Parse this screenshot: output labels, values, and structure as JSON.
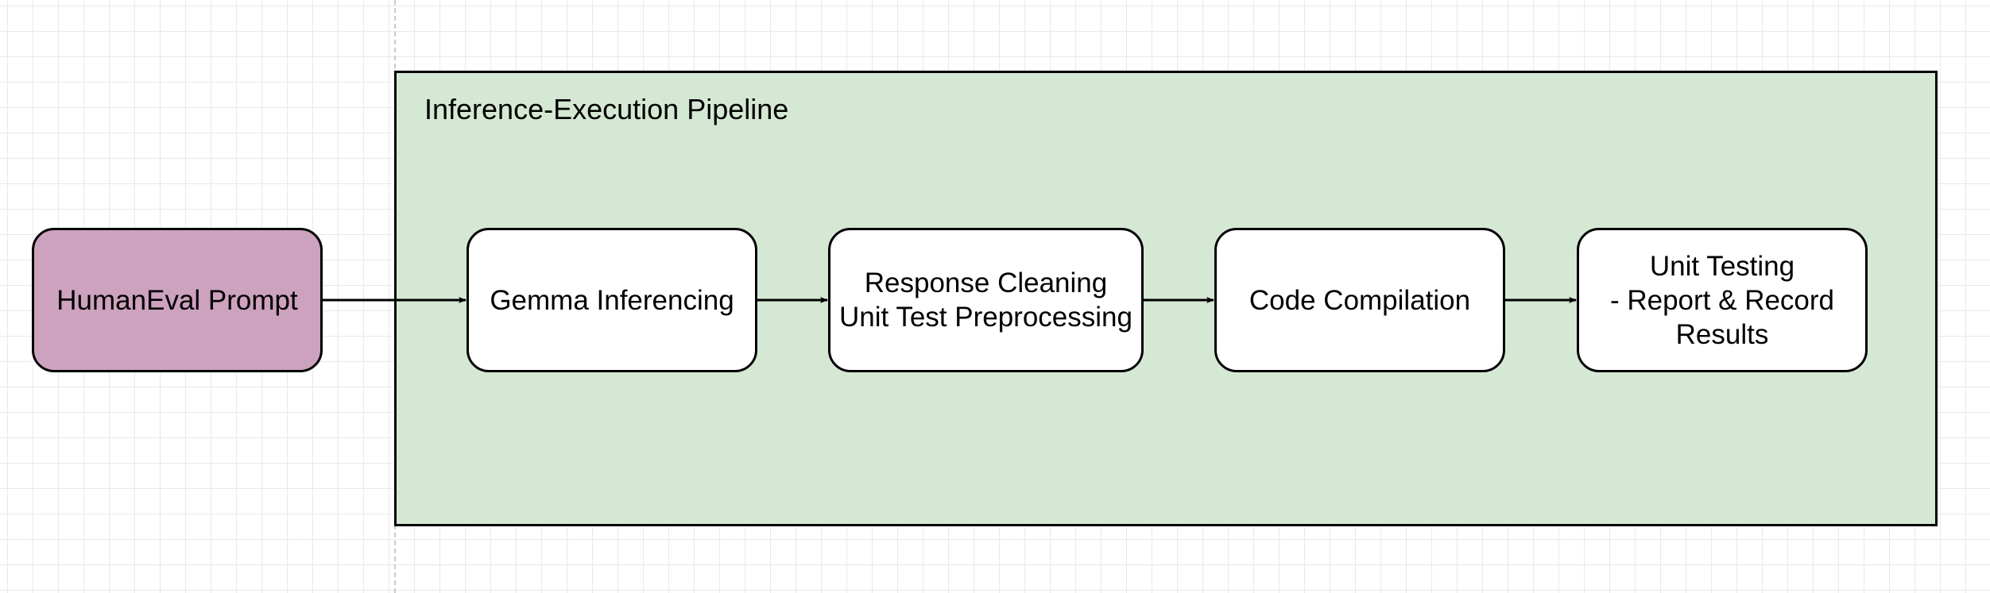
{
  "colors": {
    "input_fill": "#cda2be",
    "group_fill": "#d5e8d4",
    "step_fill": "#ffffff",
    "stroke": "#000000"
  },
  "group": {
    "title": "Inference-Execution Pipeline"
  },
  "nodes": {
    "prompt": "HumanEval Prompt",
    "gemma": "Gemma Inferencing",
    "clean": "Response Cleaning\nUnit Test Preprocessing",
    "compile": "Code Compilation",
    "unit": "Unit Testing\n- Report & Record\nResults"
  },
  "connections": [
    {
      "from": "prompt",
      "to": "gemma"
    },
    {
      "from": "gemma",
      "to": "clean"
    },
    {
      "from": "clean",
      "to": "compile"
    },
    {
      "from": "compile",
      "to": "unit"
    }
  ]
}
